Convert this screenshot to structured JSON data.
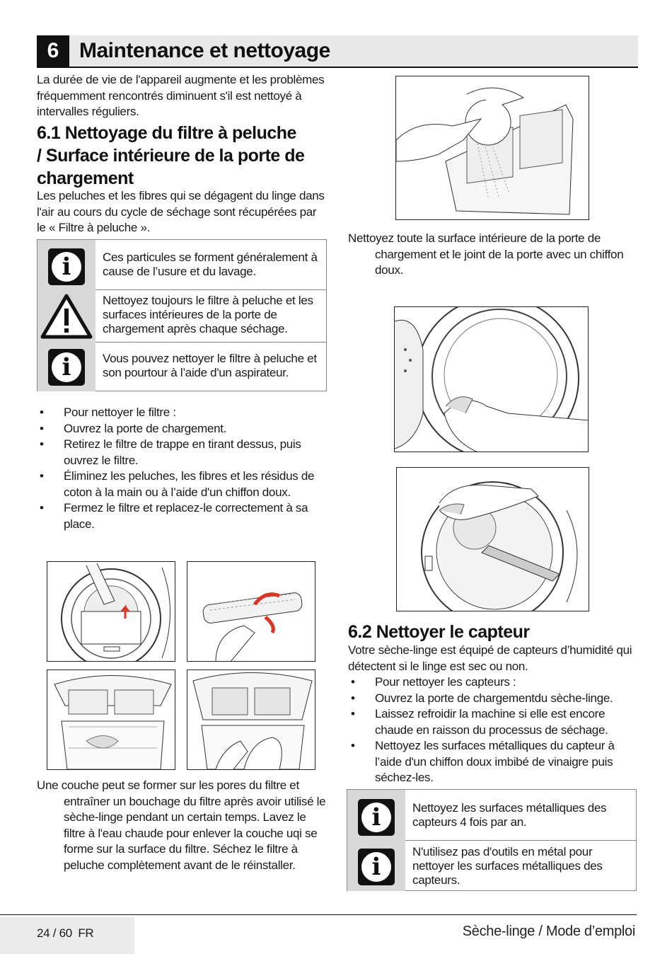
{
  "header": {
    "number": "6",
    "title": "Maintenance et nettoyage"
  },
  "intro": "La durée de vie de l'appareil augmente et les problèmes fréquemment rencontrés diminuent s'il est nettoyé à intervalles réguliers.",
  "section1": {
    "title_line1": "6.1 Nettoyage du filtre à peluche",
    "title_line2": "/ Surface intérieure de la porte de",
    "title_line3": "chargement",
    "text": "Les peluches et les fibres qui se dégagent du linge dans l'air au cours du cycle de séchage sont récupérées par le « Filtre à peluche »."
  },
  "notices1": [
    {
      "icon": "info-icon",
      "text": "Ces particules se forment généralement à cause de l’usure et du lavage."
    },
    {
      "icon": "warning-icon",
      "text": "Nettoyez toujours le filtre à peluche et les surfaces intérieures de la porte de chargement après chaque séchage."
    },
    {
      "icon": "info-icon",
      "text": "Vous pouvez nettoyer le filtre à peluche et son pourtour à l’aide d'un aspirateur."
    }
  ],
  "bullets1": [
    "Pour nettoyer le filtre :",
    "Ouvrez la porte de chargement.",
    "Retirez le filtre de trappe en tirant dessus, puis ouvrez le filtre.",
    "Éliminez les peluches, les fibres et les résidus de coton à la main ou à l’aide d'un chiffon doux.",
    "Fermez le filtre et replacez-le correctement à sa place."
  ],
  "layer_text": {
    "line1": "Une couche peut se former sur les pores du filtre et",
    "rest": "entraîner un bouchage du filtre après avoir utilisé le sèche-linge pendant un certain temps. Lavez le filtre à l'eau chaude pour enlever la couche uqi se forme sur la surface du filtre. Séchez le filtre à peluche complètement avant de le réinstaller."
  },
  "door_text": {
    "line1": "Nettoyez toute la surface intérieure de la porte de",
    "rest": "chargement et le joint de la porte avec un chiffon doux."
  },
  "section2": {
    "title": "6.2 Nettoyer le capteur",
    "text": "Votre sèche-linge est équipé de capteurs d’humidité qui détectent si le linge est sec ou non."
  },
  "bullets2": [
    "Pour nettoyer les capteurs :",
    "Ouvrez la porte de chargementdu sèche-linge.",
    "Laissez refroidir la machine si elle est encore chaude en raisson du processus de séchage.",
    "Nettoyez les surfaces métalliques du capteur à l’aide d'un chiffon doux imbibé de vinaigre puis séchez-les."
  ],
  "notices2": [
    {
      "icon": "info-icon",
      "text": "Nettoyez les surfaces métalliques des capteurs 4 fois par an."
    },
    {
      "icon": "info-icon",
      "text": "N'utilisez pas d'outils en métal pour nettoyer les surfaces métalliques des capteurs."
    }
  ],
  "footer": {
    "page": "24 / 60",
    "lang": "FR",
    "doc": "Sèche-linge / Mode d’emploi"
  }
}
